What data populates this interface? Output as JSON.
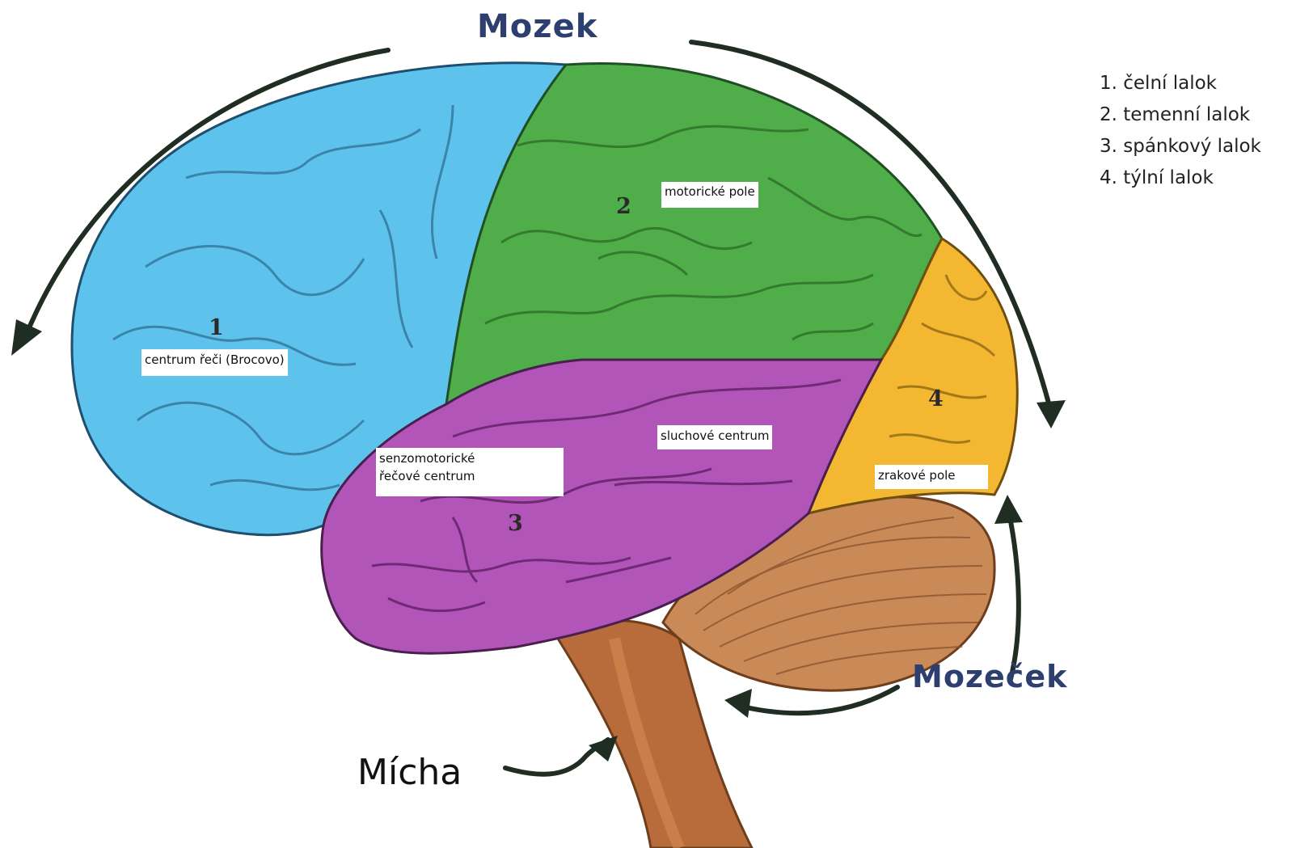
{
  "title": "Mozek",
  "cerebellum_label": "Mozeček",
  "spinal_cord_label": "Mícha",
  "legend": [
    "1. čelní lalok",
    "2. temenní lalok",
    "3. spánkový lalok",
    "4. týlní lalok"
  ],
  "lobe_numbers": [
    "1",
    "2",
    "3",
    "4"
  ],
  "areas": {
    "speech_center": "centrum řeči (Brocovo)",
    "motor_field": "motorické pole",
    "auditory_center": "sluchové centrum",
    "sensorimotor_line1": "senzomotorické",
    "sensorimotor_line2": "řečové centrum",
    "visual_field": "zrakové pole"
  },
  "colors": {
    "frontal": "#5ec3ec",
    "parietal": "#4fae4a",
    "temporal": "#b255b9",
    "occipital": "#f4b732",
    "cerebellum": "#c98a58",
    "brainstem": "#b86c3b",
    "title": "#2d3f6e",
    "arrow": "#1f2d22"
  }
}
